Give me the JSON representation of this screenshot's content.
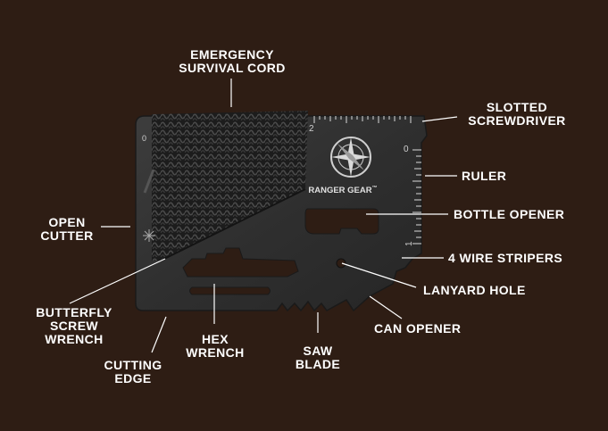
{
  "brand": {
    "name": "RANGER GEAR",
    "trademark": "™"
  },
  "ruler_numbers": {
    "top_mark": "2",
    "left_mark": "0",
    "right_mark": "0",
    "bottom_mark": "1"
  },
  "labels": {
    "emergency_cord": {
      "line1": "EMERGENCY",
      "line2": "SURVIVAL CORD"
    },
    "slotted_screwdriver": {
      "line1": "SLOTTED",
      "line2": "SCREWDRIVER"
    },
    "ruler": {
      "line1": "RULER"
    },
    "bottle_opener": {
      "line1": "BOTTLE OPENER"
    },
    "wire_stripers": {
      "line1": "4 WIRE STRIPERS"
    },
    "lanyard_hole": {
      "line1": "LANYARD HOLE"
    },
    "can_opener": {
      "line1": "CAN OPENER"
    },
    "open_cutter": {
      "line1": "OPEN",
      "line2": "CUTTER"
    },
    "butterfly_wrench": {
      "line1": "BUTTERFLY",
      "line2": "SCREW",
      "line3": "WRENCH"
    },
    "cutting_edge": {
      "line1": "CUTTING",
      "line2": "EDGE"
    },
    "hex_wrench": {
      "line1": "HEX",
      "line2": "WRENCH"
    },
    "saw_blade": {
      "line1": "SAW",
      "line2": "BLADE"
    }
  },
  "colors": {
    "background": "#2e1d14",
    "card": "#333333",
    "text": "#ffffff",
    "leader": "#ffffff"
  }
}
